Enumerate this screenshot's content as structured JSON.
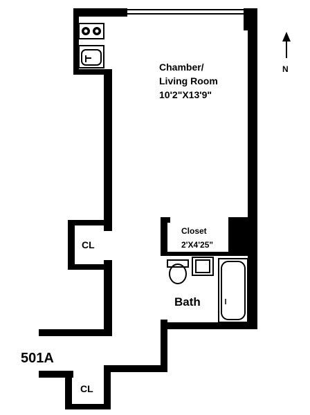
{
  "rooms": {
    "chamber": {
      "line1": "Chamber/",
      "line2": "Living Room",
      "dims": "10'2\"X13'9\""
    },
    "closet_main": {
      "name": "Closet",
      "dims": "2'X4'25\""
    },
    "bath": {
      "name": "Bath"
    },
    "closet_left": {
      "name": "CL"
    },
    "closet_bottom": {
      "name": "CL"
    }
  },
  "unit_label": "501A",
  "north_label": "N",
  "colors": {
    "wall": "#000000",
    "background": "#ffffff"
  }
}
